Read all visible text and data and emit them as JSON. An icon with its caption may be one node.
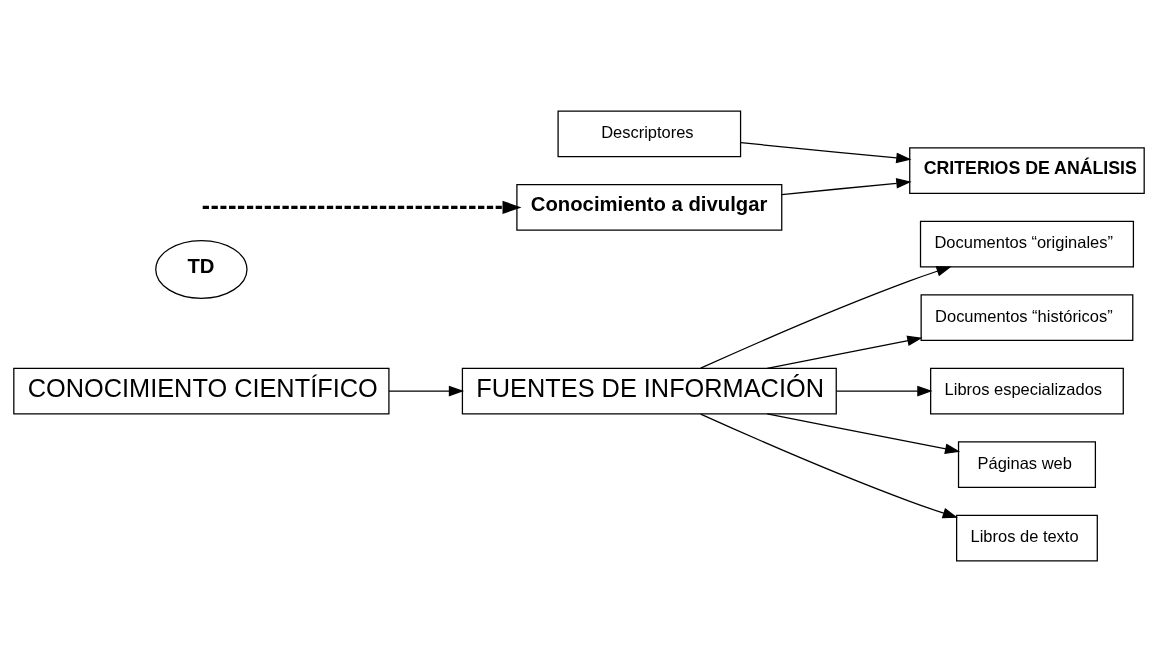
{
  "diagram": {
    "nodes": [
      {
        "text": [
          "CONOCIMIENTO CIENTÍFICO"
        ]
      },
      {
        "text": [
          "FUENTES DE INFORMACIÓN"
        ]
      },
      {
        "text": [
          "Documentos “originales”"
        ]
      },
      {
        "text": [
          "Documentos “históricos”"
        ]
      },
      {
        "text": [
          "Libros especializados"
        ]
      },
      {
        "text": [
          "Páginas web"
        ]
      },
      {
        "text": [
          "Libros de texto"
        ]
      },
      {
        "text": [
          "TD"
        ]
      },
      {
        "text": [
          "Conocimiento a divulgar"
        ]
      },
      {
        "text": [
          "Descriptores"
        ]
      },
      {
        "text": [
          "CRITERIOS DE ANÁLISIS"
        ]
      }
    ],
    "edges": [
      {
        "from": 0,
        "to": 1,
        "arrow": "to"
      },
      {
        "from": 1,
        "to": 2,
        "arrow": "to"
      },
      {
        "from": 1,
        "to": 3,
        "arrow": "to"
      },
      {
        "from": 1,
        "to": 4,
        "arrow": "to"
      },
      {
        "from": 1,
        "to": 5,
        "arrow": "to"
      },
      {
        "from": 1,
        "to": 6,
        "arrow": "to"
      },
      {
        "from": null,
        "to": 8,
        "arrow": "to",
        "style": "dashed"
      },
      {
        "from": 8,
        "to": 10,
        "arrow": "to"
      },
      {
        "from": 9,
        "to": 10,
        "arrow": "to"
      }
    ]
  }
}
